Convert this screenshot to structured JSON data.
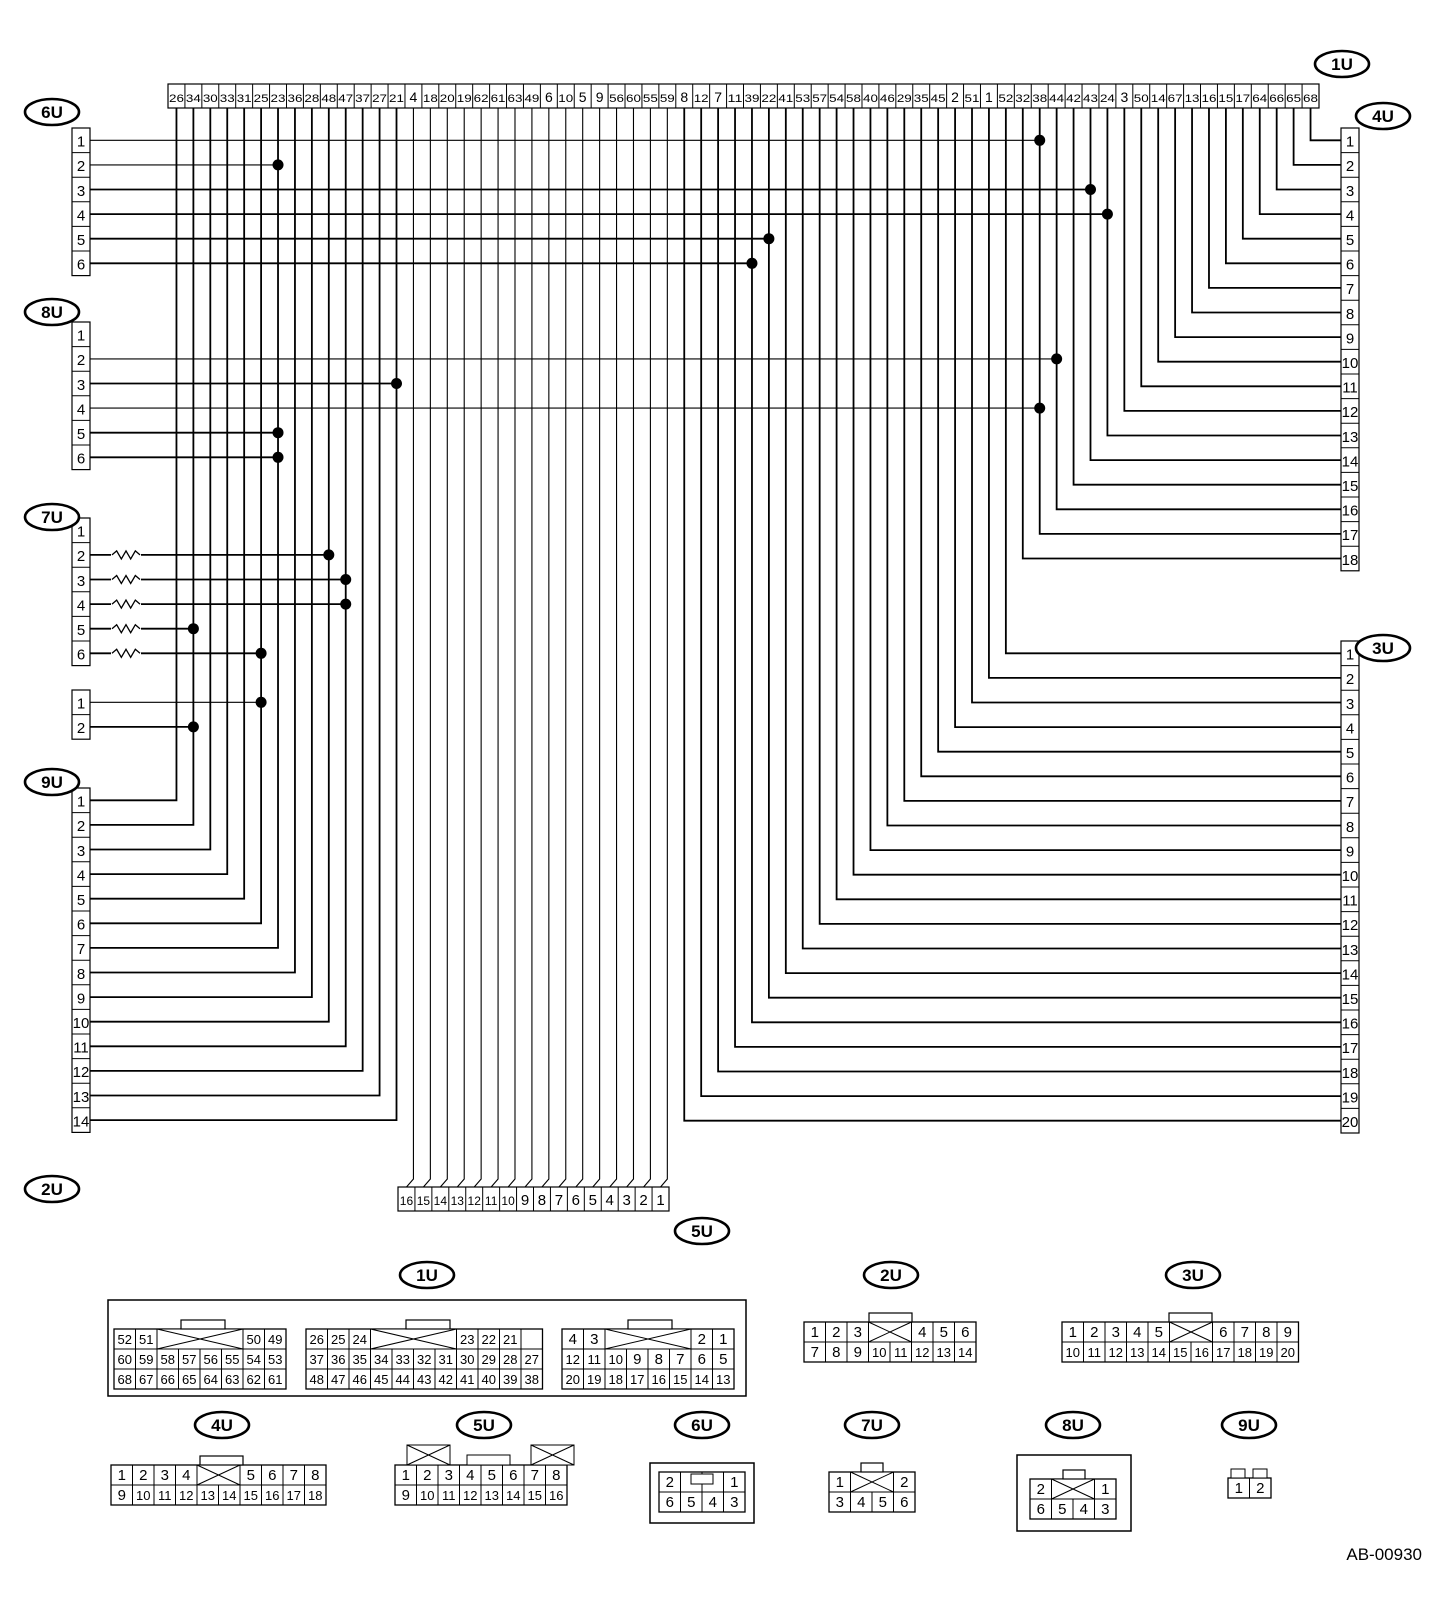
{
  "diagram_code": "AB-00930",
  "connectors": {
    "1U": {
      "label": "1U",
      "pins": [
        "26",
        "34",
        "30",
        "33",
        "31",
        "25",
        "23",
        "36",
        "28",
        "48",
        "47",
        "37",
        "27",
        "21",
        "4",
        "18",
        "20",
        "19",
        "62",
        "61",
        "63",
        "49",
        "6",
        "10",
        "5",
        "9",
        "56",
        "60",
        "55",
        "59",
        "8",
        "12",
        "7",
        "11",
        "39",
        "22",
        "41",
        "53",
        "57",
        "54",
        "58",
        "40",
        "46",
        "29",
        "35",
        "45",
        "2",
        "51",
        "1",
        "52",
        "32",
        "38",
        "44",
        "42",
        "43",
        "24",
        "3",
        "50",
        "14",
        "67",
        "13",
        "16",
        "15",
        "17",
        "64",
        "66",
        "65",
        "68"
      ]
    },
    "6U": {
      "label": "6U",
      "pins": [
        "1",
        "2",
        "3",
        "4",
        "5",
        "6"
      ]
    },
    "8U": {
      "label": "8U",
      "pins": [
        "1",
        "2",
        "3",
        "4",
        "5",
        "6"
      ]
    },
    "7U": {
      "label": "7U",
      "pins": [
        "1",
        "2",
        "3",
        "4",
        "5",
        "6"
      ]
    },
    "9U": {
      "label": "9U",
      "pins": [
        "1",
        "2"
      ]
    },
    "2U": {
      "label": "2U",
      "pins": [
        "1",
        "2",
        "3",
        "4",
        "5",
        "6",
        "7",
        "8",
        "9",
        "10",
        "11",
        "12",
        "13",
        "14"
      ]
    },
    "4U": {
      "label": "4U",
      "pins": [
        "1",
        "2",
        "3",
        "4",
        "5",
        "6",
        "7",
        "8",
        "9",
        "10",
        "11",
        "12",
        "13",
        "14",
        "15",
        "16",
        "17",
        "18"
      ]
    },
    "3U": {
      "label": "3U",
      "pins": [
        "1",
        "2",
        "3",
        "4",
        "5",
        "6",
        "7",
        "8",
        "9",
        "10",
        "11",
        "12",
        "13",
        "14",
        "15",
        "16",
        "17",
        "18",
        "19",
        "20"
      ]
    },
    "5U": {
      "label": "5U",
      "pins": [
        "16",
        "15",
        "14",
        "13",
        "12",
        "11",
        "10",
        "9",
        "8",
        "7",
        "6",
        "5",
        "4",
        "3",
        "2",
        "1"
      ]
    }
  },
  "faces": {
    "1U": [
      {
        "rows": [
          [
            "52",
            "51",
            "X",
            "X",
            "X",
            "X",
            "50",
            "49"
          ],
          [
            "60",
            "59",
            "58",
            "57",
            "56",
            "55",
            "54",
            "53"
          ],
          [
            "68",
            "67",
            "66",
            "65",
            "64",
            "63",
            "62",
            "61"
          ]
        ]
      },
      {
        "rows": [
          [
            "26",
            "25",
            "24",
            "X",
            "X",
            "X",
            "X",
            "23",
            "22",
            "21"
          ],
          [
            "37",
            "36",
            "35",
            "34",
            "33",
            "32",
            "31",
            "30",
            "29",
            "28",
            "27"
          ],
          [
            "48",
            "47",
            "46",
            "45",
            "44",
            "43",
            "42",
            "41",
            "40",
            "39",
            "38"
          ]
        ]
      },
      {
        "rows": [
          [
            "4",
            "3",
            "X",
            "X",
            "X",
            "X",
            "2",
            "1"
          ],
          [
            "12",
            "11",
            "10",
            "9",
            "8",
            "7",
            "6",
            "5"
          ],
          [
            "20",
            "19",
            "18",
            "17",
            "16",
            "15",
            "14",
            "13"
          ]
        ]
      }
    ],
    "2U": {
      "rows": [
        [
          "1",
          "2",
          "3",
          "X",
          "X",
          "4",
          "5",
          "6"
        ],
        [
          "7",
          "8",
          "9",
          "10",
          "11",
          "12",
          "13",
          "14"
        ]
      ]
    },
    "3U": {
      "rows": [
        [
          "1",
          "2",
          "3",
          "4",
          "5",
          "X",
          "X",
          "6",
          "7",
          "8",
          "9"
        ],
        [
          "10",
          "11",
          "12",
          "13",
          "14",
          "15",
          "16",
          "17",
          "18",
          "19",
          "20"
        ]
      ]
    },
    "4U": {
      "rows": [
        [
          "1",
          "2",
          "3",
          "4",
          "X",
          "X",
          "5",
          "6",
          "7",
          "8"
        ],
        [
          "9",
          "10",
          "11",
          "12",
          "13",
          "14",
          "15",
          "16",
          "17",
          "18"
        ]
      ]
    },
    "5U": {
      "rows": [
        [
          "1",
          "2",
          "3",
          "4",
          "5",
          "6",
          "7",
          "8"
        ],
        [
          "9",
          "10",
          "11",
          "12",
          "13",
          "14",
          "15",
          "16"
        ]
      ]
    },
    "6U": {
      "rows": [
        [
          "2",
          "",
          "",
          "1"
        ],
        [
          "6",
          "5",
          "4",
          "3"
        ]
      ]
    },
    "7U": {
      "rows": [
        [
          "1",
          "X",
          "X",
          "2"
        ],
        [
          "3",
          "4",
          "5",
          "6"
        ]
      ]
    },
    "8U": {
      "rows": [
        [
          "2",
          "X",
          "X",
          "1"
        ],
        [
          "6",
          "5",
          "4",
          "3"
        ]
      ]
    },
    "9U": {
      "rows": [
        [
          "1",
          "2"
        ]
      ]
    }
  }
}
